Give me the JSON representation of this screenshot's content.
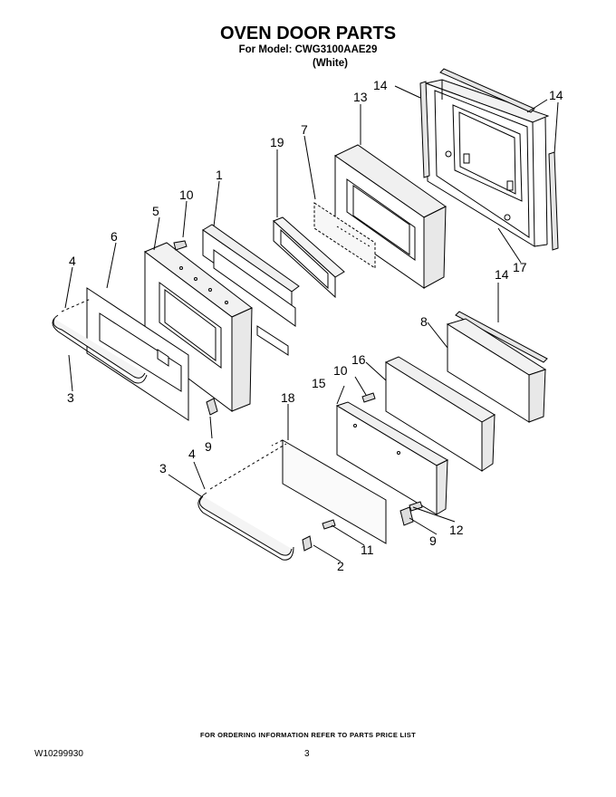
{
  "header": {
    "title": "OVEN DOOR PARTS",
    "model_line": "For Model: CWG3100AAE29",
    "variant": "(White)"
  },
  "callouts": {
    "c1": "1",
    "c2": "2",
    "c3a": "3",
    "c3b": "3",
    "c4a": "4",
    "c4b": "4",
    "c5": "5",
    "c6": "6",
    "c7": "7",
    "c8": "8",
    "c9a": "9",
    "c9b": "9",
    "c10a": "10",
    "c10b": "10",
    "c11": "11",
    "c12": "12",
    "c13": "13",
    "c14a": "14",
    "c14b": "14",
    "c14c": "14",
    "c15": "15",
    "c16": "16",
    "c17": "17",
    "c18": "18",
    "c19": "19"
  },
  "footer": {
    "note": "FOR ORDERING INFORMATION REFER TO PARTS PRICE LIST",
    "doc_number": "W10299930",
    "page": "3"
  }
}
